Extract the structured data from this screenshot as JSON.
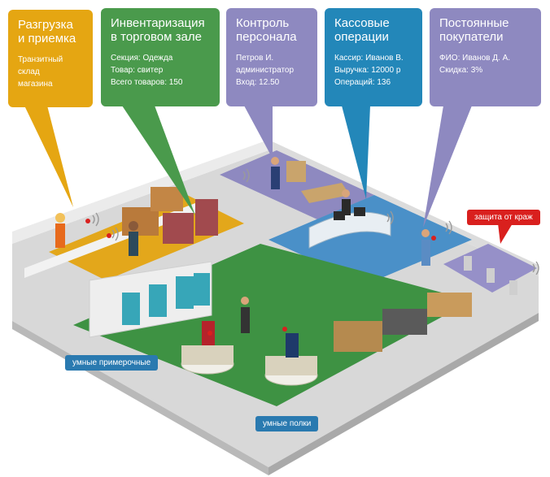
{
  "callouts": {
    "warehouse": {
      "title_1": "Разгрузка",
      "title_2": "и приемка",
      "lines": [
        "Транзитный",
        "склад",
        "магазина"
      ],
      "color": "#e5a612"
    },
    "inventory": {
      "title_1": "Инвентаризация",
      "title_2": "в торговом зале",
      "lines": [
        "Секция: Одежда",
        "Товар: свитер",
        "Всего товаров: 150"
      ],
      "color": "#4a9a4c"
    },
    "staff": {
      "title_1": "Контроль",
      "title_2": "персонала",
      "lines": [
        "Петров И.",
        "администратор",
        "Вход: 12.50"
      ],
      "color": "#8e89c0"
    },
    "cash": {
      "title_1": "Кассовые",
      "title_2": "операции",
      "lines": [
        "Кассир: Иванов В.",
        "Выручка: 12000 р",
        "Операций: 136"
      ],
      "color": "#2387b9"
    },
    "customers": {
      "title_1": "Постоянные",
      "title_2": "покупатели",
      "lines": [
        "ФИО: Иванов Д. А.",
        "Скидка: 3%"
      ],
      "color": "#8e89c0"
    }
  },
  "tags": {
    "theft": {
      "label": "защита от краж",
      "color": "#d9201e"
    },
    "fitting": {
      "label": "умные примерочные",
      "color": "#2a7ab0"
    },
    "shelves": {
      "label": "умные полки",
      "color": "#2a7ab0"
    }
  },
  "zone_colors": {
    "sales_floor": "#3e9243",
    "warehouse": "#e3a71b",
    "staff": "#8e89c0",
    "cash": "#4a90c8",
    "entrance": "#9690c8"
  },
  "icons": [
    "rfid-signal-icon",
    "worker-figure",
    "cashier-figure",
    "shopper-figure",
    "mannequin-figure",
    "clothing-rack",
    "fitting-room",
    "security-gate"
  ]
}
